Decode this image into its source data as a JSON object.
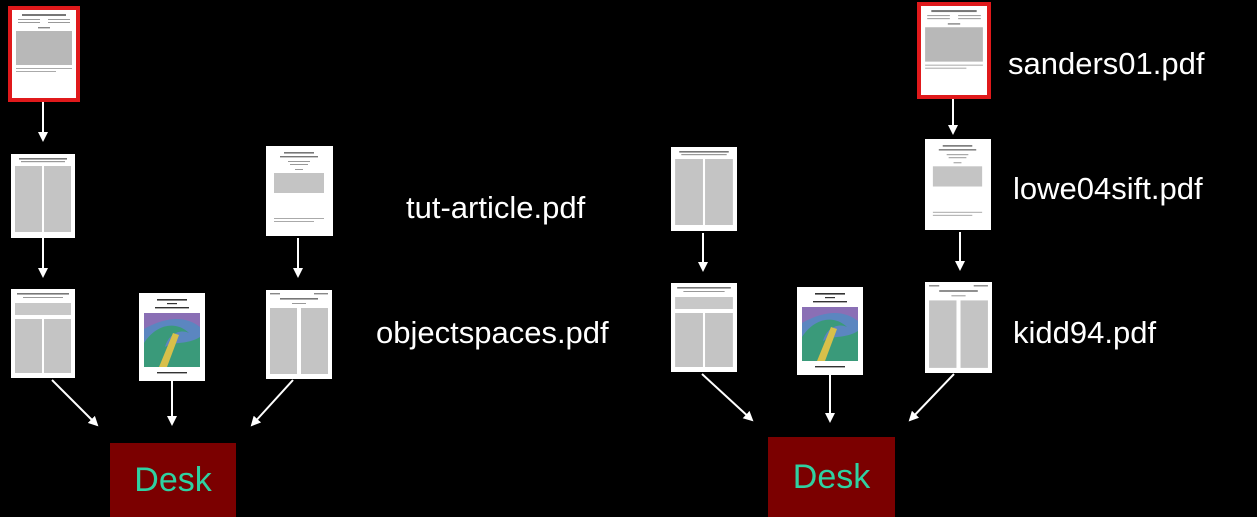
{
  "labels": {
    "sanders": "sanders01.pdf",
    "lowe": "lowe04sift.pdf",
    "tut": "tut-article.pdf",
    "objectspaces": "objectspaces.pdf",
    "kidd": "kidd94.pdf"
  },
  "desk_left": "Desk",
  "desk_right": "Desk",
  "colors": {
    "background": "#000000",
    "selection_border": "#e0191b",
    "desk_bg": "#7b0000",
    "desk_text": "#2fd1a1",
    "arrow": "#ffffff"
  }
}
